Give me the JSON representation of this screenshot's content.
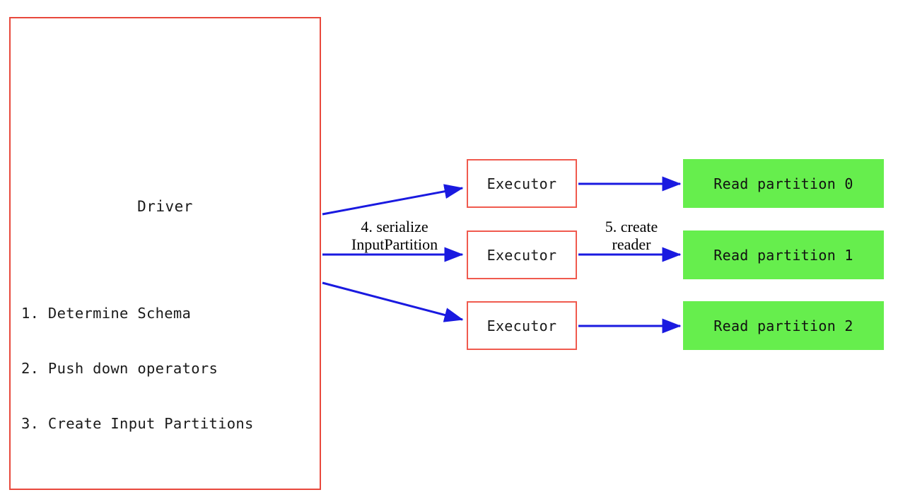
{
  "diagram": {
    "title_hidden": "",
    "driver": {
      "name": "driver",
      "title": "Driver",
      "steps": [
        "1. Determine Schema",
        "2. Push down operators",
        "3. Create Input Partitions"
      ]
    },
    "executors": [
      {
        "label": "Executor"
      },
      {
        "label": "Executor"
      },
      {
        "label": "Executor"
      }
    ],
    "partitions": [
      {
        "label": "Read partition 0"
      },
      {
        "label": "Read partition 1"
      },
      {
        "label": "Read partition 2"
      }
    ],
    "edge_labels": {
      "serialize": "4. serialize\nInputPartition",
      "serialize_line1": "4. serialize",
      "serialize_line2": "InputPartition",
      "create": "5. create\nreader",
      "create_line1": "5. create",
      "create_line2": "reader"
    },
    "colors": {
      "box_border_red": "#e8483c",
      "executor_border_red": "#f05a4e",
      "partition_fill_green": "#66ee4d",
      "arrow_blue": "#1a1ae0",
      "text_black": "#1a1a1a",
      "background": "#ffffff"
    }
  }
}
